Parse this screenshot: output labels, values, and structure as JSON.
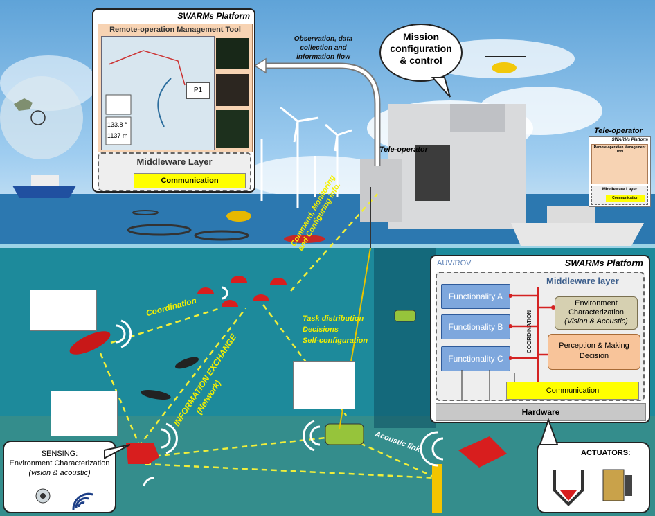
{
  "top_platform": {
    "title": "SWARMs Platform",
    "tool_title": "Remote-operation Management Tool",
    "readout_heading": "133.8 °",
    "readout_depth": "1137 m",
    "readout_p1": "P1",
    "middleware": "Middleware Layer",
    "communication": "Communication"
  },
  "flow_label": "Observation, data collection and information flow",
  "mission_bubble": "Mission configuration & control",
  "teleoperator_center": "Tele-operator",
  "teleoperator_right": "Tele-operator",
  "mini_platform": {
    "title": "SWARMs Platform",
    "tool": "Remote-operation Management Tool",
    "middleware": "Middleware Layer",
    "communication": "Communication"
  },
  "labels": {
    "coordination": "Coordination",
    "command": "Command, Monitoring and Configuring info.",
    "task1": "Task distribution",
    "task2": "Decisions",
    "task3": "Self-configuration",
    "info_exchange": "INFORMATION EXCHANGE",
    "network": "(Network)",
    "acoustic": "Acoustic link"
  },
  "auv_platform": {
    "tag": "AUV/ROV",
    "title": "SWARMs Platform",
    "middleware": "Middleware layer",
    "func_a": "Functionality A",
    "func_b": "Functionality B",
    "func_c": "Functionality C",
    "coordination": "COORDINATION",
    "env_line1": "Environment",
    "env_line2": "Characterization",
    "env_line3": "(Vision & Acoustic)",
    "perc_line1": "Perception & Making",
    "perc_line2": "Decision",
    "communication": "Communication",
    "hardware": "Hardware"
  },
  "sensing": {
    "title": "SENSING:",
    "line1": "Environment Characterization",
    "line2": "(vision & acoustic)"
  },
  "actuators": {
    "title": "ACTUATORS:"
  },
  "colors": {
    "link": "#f0ee3a",
    "func_fill": "#7ea7dd",
    "env_fill": "#d6d0b1",
    "perc_fill": "#f8c49a",
    "comm_fill": "#ffff00",
    "vehicle_red": "#d81e1e"
  }
}
